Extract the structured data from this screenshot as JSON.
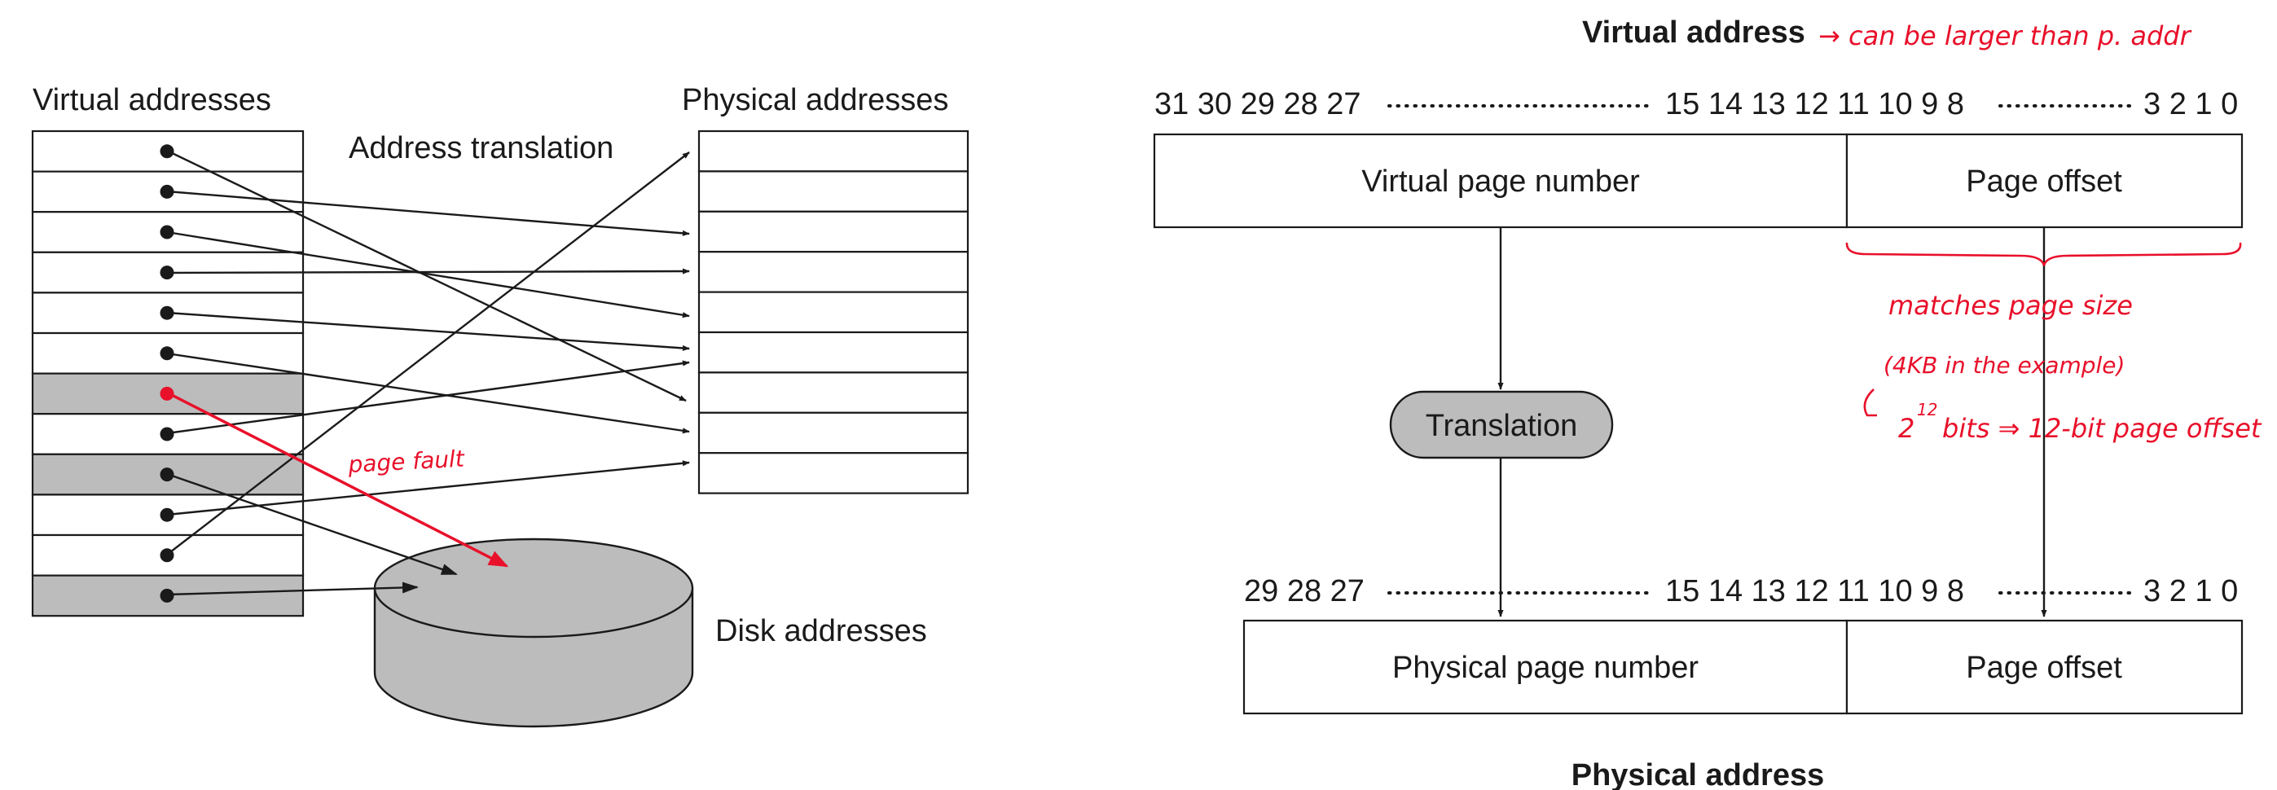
{
  "left": {
    "virtual_title": "Virtual addresses",
    "physical_title": "Physical addresses",
    "translation_label": "Address translation",
    "disk_label": "Disk addresses",
    "page_fault_note": "page fault",
    "virtual_rows": 12,
    "physical_rows": 9,
    "shaded_rows": [
      6,
      8,
      11
    ]
  },
  "right": {
    "virtual_title": "Virtual address",
    "virtual_note": "→ can be larger than p. addr",
    "virtual_bits_high": "31 30 29 28 27",
    "virtual_bits_mid": "15 14 13 12 11 10 9 8",
    "virtual_bits_low": "3 2 1 0",
    "virtual_page_number": "Virtual page number",
    "page_offset": "Page offset",
    "translation": "Translation",
    "physical_bits_high": "29 28 27",
    "physical_bits_mid": "15 14 13 12 11 10 9 8",
    "physical_bits_low": "3 2 1 0",
    "physical_page_number": "Physical page number",
    "physical_page_offset": "Page offset",
    "physical_title": "Physical address",
    "note_matches": "matches page size",
    "note_example": "(4KB in the example)",
    "note_bits_base": "2",
    "note_bits_exp": "12",
    "note_bits_rest": "bits ⇒ 12-bit page offset"
  },
  "colors": {
    "shade": "#bcbcbc",
    "ink": "#1a1a1a",
    "annotation": "#e8102a"
  }
}
